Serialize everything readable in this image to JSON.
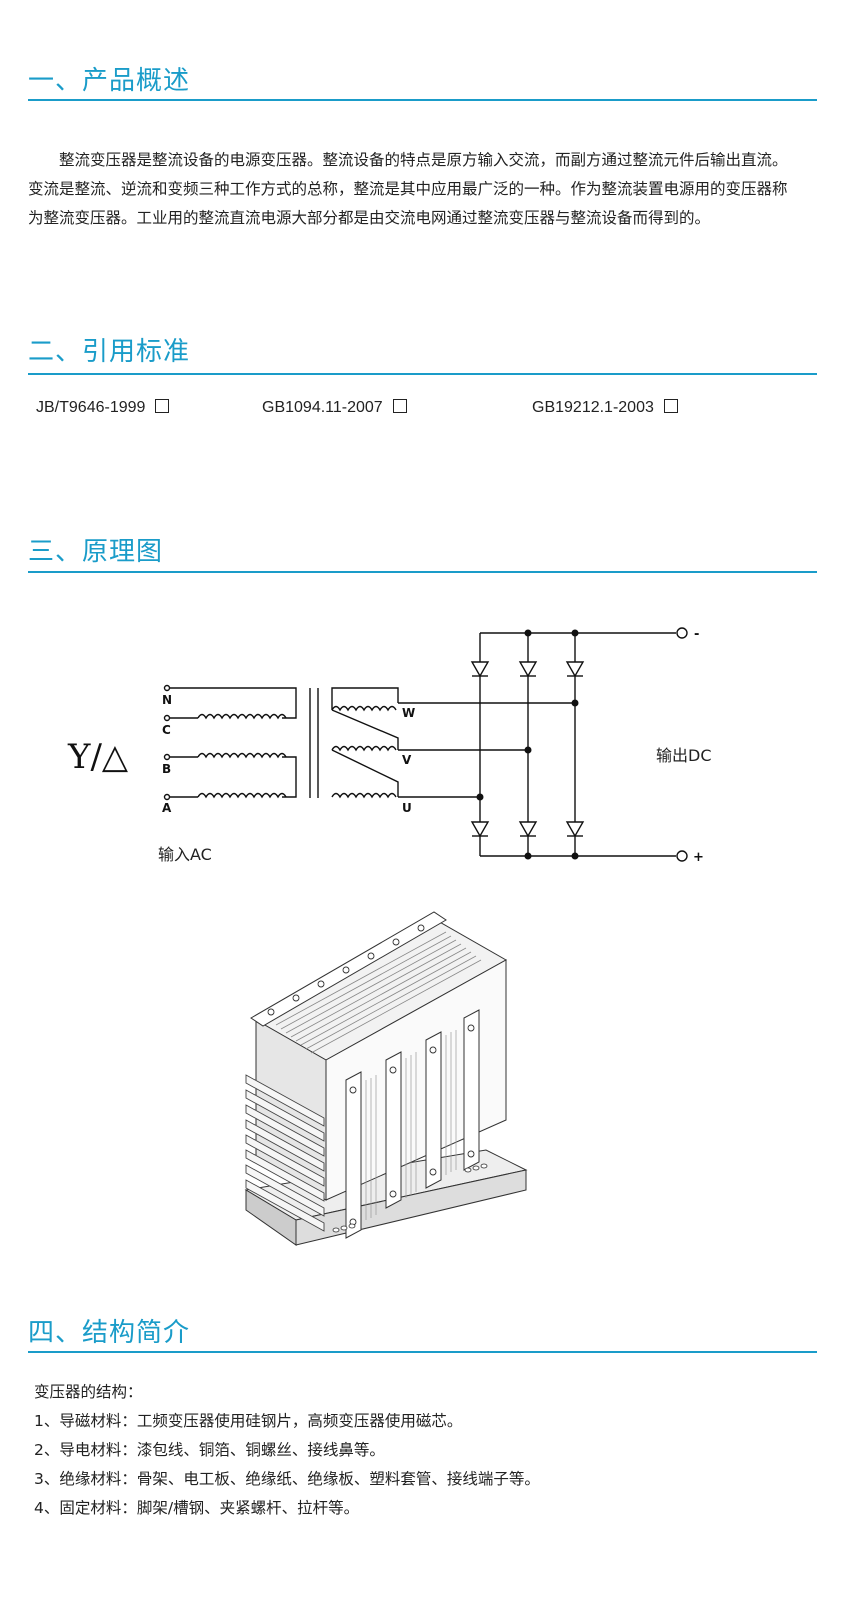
{
  "sections": {
    "overview": {
      "title": "一、产品概述",
      "text": "整流变压器是整流设备的电源变压器。整流设备的特点是原方输入交流，而副方通过整流元件后输出直流。变流是整流、逆流和变频三种工作方式的总称，整流是其中应用最广泛的一种。作为整流装置电源用的变压器称为整流变压器。工业用的整流直流电源大部分都是由交流电网通过整流变压器与整流设备而得到的。"
    },
    "standards": {
      "title": "二、引用标准",
      "items": [
        "JB/T9646-1999",
        "GB1094.11-2007",
        "GB19212.1-2003"
      ]
    },
    "principle": {
      "title": "三、原理图",
      "diagram": {
        "connection": "Y/△",
        "input_label": "输入AC",
        "output_label": "输出DC",
        "primary_terminals": [
          "N",
          "C",
          "B",
          "A"
        ],
        "secondary_terminals": [
          "W",
          "V",
          "U"
        ],
        "output_minus": "-",
        "output_plus": "+"
      }
    },
    "structure": {
      "title": "四、结构简介",
      "intro": "变压器的结构：",
      "items": [
        "1、导磁材料：工频变压器使用硅钢片，高频变压器使用磁芯。",
        "2、导电材料：漆包线、铜箔、铜螺丝、接线鼻等。",
        "3、绝缘材料：骨架、电工板、绝缘纸、绝缘板、塑料套管、接线端子等。",
        "4、固定材料：脚架/槽钢、夹紧螺杆、拉杆等。"
      ]
    }
  },
  "colors": {
    "accent": "#1a9cc9",
    "text": "#222222"
  }
}
